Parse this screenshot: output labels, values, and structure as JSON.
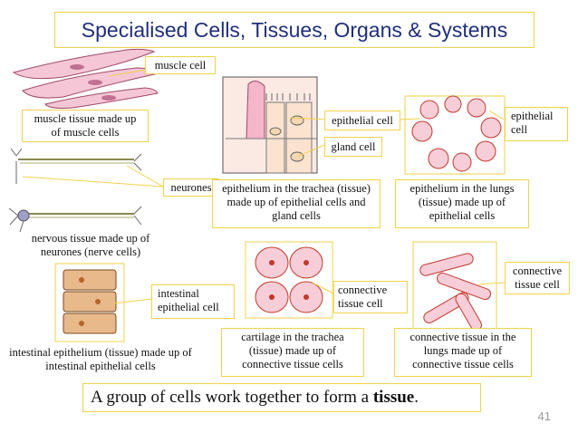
{
  "title": "Specialised Cells, Tissues, Organs & Systems",
  "labels": {
    "muscle_cell": "muscle cell",
    "muscle_tissue": "muscle tissue made up of muscle cells",
    "nervous_tissue": "nervous tissue made up of neurones (nerve cells)",
    "neurones": "neurones",
    "epithelium_trachea": "epithelium in the trachea (tissue) made up of epithelial cells and gland cells",
    "epithelial_cell_trachea": "epithelial cell",
    "gland_cell": "gland cell",
    "epithelial_cell_lungs": "epithelial cell",
    "epithelium_lungs": "epithelium in the lungs (tissue) made up of epithelial cells",
    "intestinal_epithelial_cell": "intestinal epithelial cell",
    "intestinal_epithelium": "intestinal epithelium (tissue) made up of intestinal epithelial cells",
    "connective_cell_cartilage": "connective tissue cell",
    "cartilage_trachea": "cartilage in the trachea (tissue) made up of connective tissue cells",
    "connective_cell_lungs": "connective tissue cell",
    "connective_tissue_lungs": "connective tissue in the lungs made up of connective tissue cells"
  },
  "footer": {
    "text_before": "A group of cells work together to form a ",
    "bold_word": "tissue",
    "text_after": "."
  },
  "page_number": "41",
  "colors": {
    "title": "#1f2f7a",
    "box_border": "#f2d24a",
    "muscle": "#f4c6d6",
    "cell_pink": "#f7cdd8",
    "cell_outline": "#c0392b",
    "tan": "#e8b98a"
  }
}
